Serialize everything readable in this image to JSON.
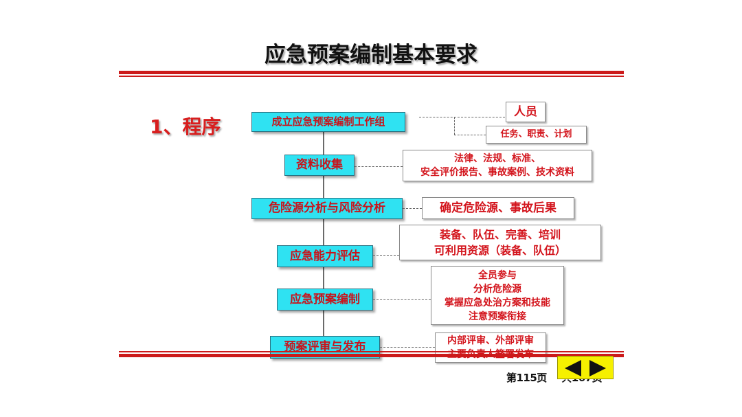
{
  "slide": {
    "title": "应急预案编制基本要求",
    "section": "1、程序"
  },
  "steps": [
    {
      "label": "成立应急预案编制工作组"
    },
    {
      "label": "资料收集"
    },
    {
      "label": "危险源分析与风险分析"
    },
    {
      "label": "应急能力评估"
    },
    {
      "label": "应急预案编制"
    },
    {
      "label": "预案评审与发布"
    }
  ],
  "notes": {
    "personnel": "人员",
    "duties": "任务、职责、计划",
    "materials": [
      "法律、法规、标准、",
      "安全评价报告、事故案例、技术资料"
    ],
    "hazards": "确定危险源、事故后果",
    "capability": [
      "装备、队伍、完善、培训",
      "可利用资源（装备、队伍）"
    ],
    "compile": [
      "全员参与",
      "分析危险源",
      "掌握应急处治方案和技能",
      "注意预案衔接"
    ],
    "review": [
      "内部评审、外部评审",
      "主要负责人签署发布"
    ]
  },
  "footer": {
    "page": "第115页",
    "total": "共167页"
  },
  "colors": {
    "accent_red": "#cc1a1a",
    "step_fill": "#2fe2f2",
    "nav_yellow": "#f6f000"
  },
  "icons": {
    "prev": "triangle-left-icon",
    "next": "triangle-right-icon"
  }
}
